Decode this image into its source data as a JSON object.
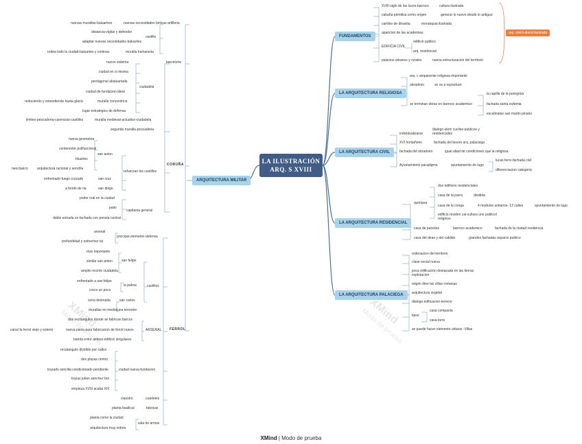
{
  "central_topic": {
    "line1": "LA ILUSTRACIÓN",
    "line2": "ARQ. S XVIII"
  },
  "branches": {
    "fundamentos": "FUNDAMENTOS",
    "religiosa": "LA ARQUITECTURA RELIGIOSA",
    "civil": "LA ARQUITECTURA CIVIL",
    "residencial": "LA ARQUITECTURA RESIDENCIAL",
    "palaciega": "LA ARQUITECTURA PALACIEGA",
    "militar": "ARQUITECTURA MILITAR"
  },
  "fundamentos_items": {
    "a": "XVIII siglo de las luces-barroco",
    "a2": "cultura ilustrada",
    "b": "cabaña primitiva como origen",
    "b2": "generar lo nuevo desde lo antiguo",
    "c": "cambio de dinastia",
    "c2": "monarquia ilustrada",
    "d": "aparicion de las academias",
    "e_label": "EDIFICIA CIVIL",
    "e1": "edificio publico",
    "e2": "arq. residencial",
    "f": "palacios urbanos y rurales",
    "f2": "nueva estructuracion del territorio",
    "summary": "arq. civil/cultural ilustrada"
  },
  "religiosa_items": {
    "a": "arq. c ampanente religiosa importante",
    "b": "obradoiro",
    "b2": "se va a reproducir",
    "c": "se terminan obras en barroco academico",
    "c1": "la capilla de la peregrina",
    "c2": "fachada santa eufemia",
    "c3": "escalinatas san martin pinario"
  },
  "civil_items": {
    "a": "individualizarse",
    "a2": "dialogo elem cuviles-publicos y residenciales",
    "b": "XVI hontañonn",
    "b2": "fachada del tesoro arq. palaciega",
    "c": "fachada del obradoiro",
    "c2": "igual altad de condiciones que la religiosa",
    "d": "Ayuntamiento paradigma",
    "d2": "ayuntamiento de lugo",
    "d3": "lucas ferro-fachada civil",
    "d4": "diferenciacion categoria"
  },
  "residencial_items": {
    "a": "quintana",
    "a1": "dos edificios residenciales",
    "a2": "casa de la parra",
    "a2b": "dividida",
    "a3": "casa de la conga",
    "a3b": "4 modulos unitarios- 12 calles",
    "a3c": "ayuntamiento de lugo",
    "a4": "edificio residen cal-cultura uno publico/ religioso",
    "b": "casa de paredes",
    "b2": "barroco academico",
    "b3": "fachada de la ciudad residencia",
    "c": "casa del dean y del cabildo",
    "c2": "grandes fachadas espacio publico"
  },
  "palaciega_items": {
    "a": "ordenacion del territorio",
    "b": "clase social nueva",
    "c": "poca edificación destacada en las tierras explotacion",
    "d": "origen dine las villas romanas",
    "e": "arquitectura vegetal",
    "f": "dialogo edificacion-terreno",
    "g": "tipos",
    "g1": "casa compacta",
    "g2": "casa torre",
    "h": "se puede hacer elemento urbano -Villas"
  },
  "militar": {
    "coruna": "CORUÑA",
    "ferrol": "FERROL",
    "barcelona": "barcelona",
    "castillo": "castillo",
    "ciudadela": "ciudadela",
    "c1": "nuevas murallas-baluartres",
    "c1b": "nuevas necesidades belicas-artilleria",
    "c2": "distancia-vigilar y defender",
    "c3": "adaptar nuevas necesidades-baluartes",
    "c4": "rodea todo la ciudad-baluartes y cortinas",
    "c4b": "muralla humanista",
    "c5": "nuevo sistema",
    "c6": "ciudad en si misma",
    "c7": "pentagonal abaluartada",
    "c8": "ciudad de fundacion ideal",
    "c9": "reduciendo y extendiendo hasta glacis",
    "c9b": "muralla concentrica",
    "c10": "lugar estrategico de defensa",
    "c11": "limites-pescadería-carencias-castillos",
    "c11b": "muralla medieval-actualice-ciudadela",
    "c12": "segunda muralla-pescaderia",
    "refuerzan": "refuerzan los castillos",
    "c13": "nueva geometria",
    "c14": "contenedor polifuncional",
    "c15": "bluartes",
    "san_anton": "san anton",
    "c16": "neoclasico",
    "c16b": "arquitectura racional y sencilla",
    "c17": "enfrentado-fuego cruzado",
    "c17b": "san cruz",
    "c18": "a fondo de ria",
    "c18b": "san diego",
    "c19": "poder real en la ciudad",
    "c20": "patio",
    "capitania": "capitania general",
    "c21": "doble entrada en fachada con pensta central",
    "f1": "arsenal",
    "f1b": "principal elemento defensa",
    "f2": "profundidad y estrechez ria",
    "castillos": "castillos",
    "san_felipe": "san felipe",
    "f3": "mas importante",
    "f4": "similar san anton",
    "f5": "amplio recinto ciudadela",
    "la_palma": "la palma",
    "f6": "enfrentado a san felipe",
    "f7": "crece un poco",
    "san_carlos": "san carlos",
    "f8": "zona destruida",
    "f9": "murallas en medialuna terrestre",
    "f10": "dos recitangulos donde se fabrican barcos",
    "arsenal": "ARSENAL",
    "f11": "canal fa ferrol viejo y esterio",
    "f11b": "nueva pieza para fabricacion de ferrol nuevo",
    "f12": "banda entre ambos-edificio singulares",
    "nueva_fund": "ciudad nueva-fundacion",
    "f13": "recatangulo dividido por calles",
    "f14": "dos plazas centro",
    "f15": "trazado sencilla condicionado pendiente",
    "f16": "trazas julian sanchez bor",
    "f17": "empieza XVIII acaba XIX",
    "cuarteles": "cuarteles",
    "claustro": "claustro",
    "fabricas": "fabricas",
    "f18": "planta basilical",
    "sala_armas": "sala de armas",
    "f19": "planta como la ciudad",
    "f20": "arquitectura muy sobria"
  },
  "footer": {
    "brand": "XMind",
    "mode": "Modo de prueba"
  },
  "watermark": {
    "brand": "XMind",
    "mode": "Modo de prueba"
  }
}
